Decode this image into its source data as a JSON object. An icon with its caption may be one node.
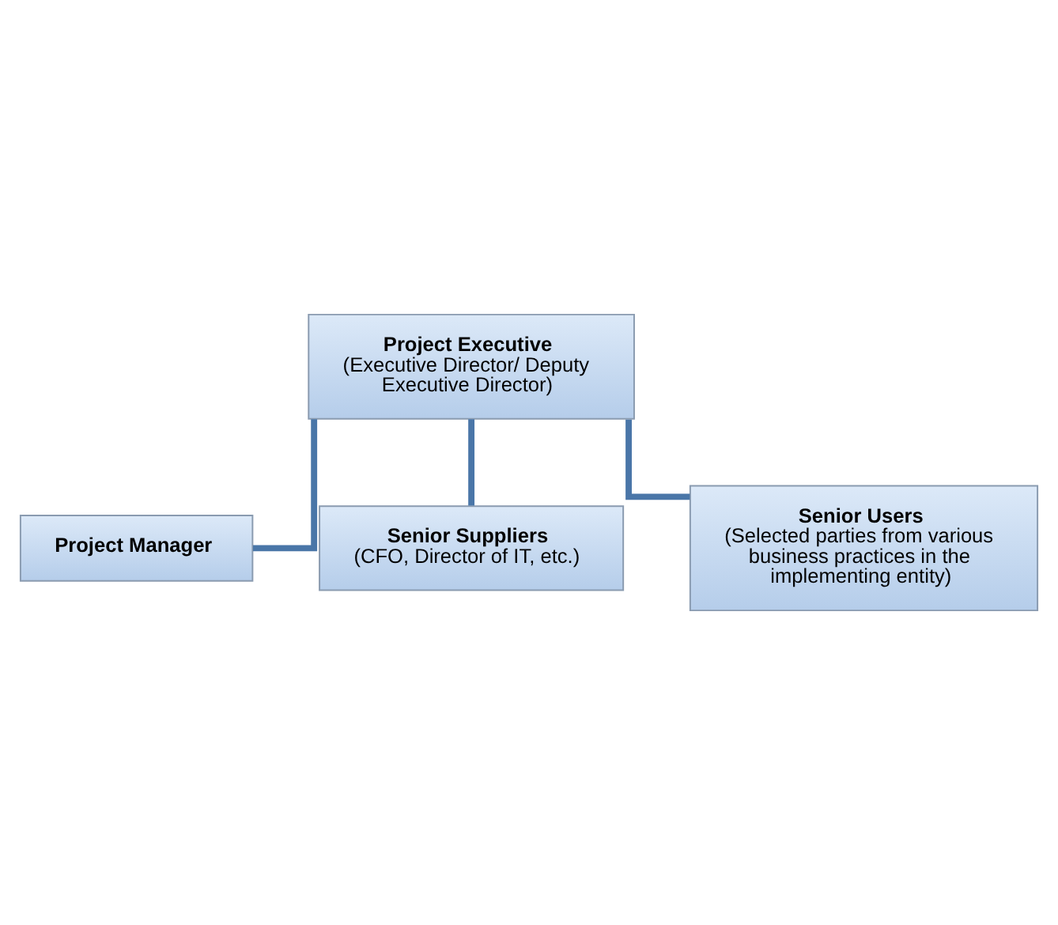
{
  "diagram": {
    "nodes": [
      {
        "text": [
          "Project Executive",
          "(Executive Director/ Deputy Executive Director)"
        ]
      },
      {
        "text": [
          "Project Manager"
        ]
      },
      {
        "text": [
          "Senior Suppliers",
          "(CFO, Director of IT, etc.)"
        ]
      },
      {
        "text": [
          "Senior Users",
          "(Selected parties from various business practices in the implementing entity)"
        ]
      }
    ],
    "edges": [
      {
        "from": 0,
        "to": 1,
        "arrow": "none"
      },
      {
        "from": 0,
        "to": 2,
        "arrow": "none"
      },
      {
        "from": 0,
        "to": 3,
        "arrow": "none"
      }
    ]
  }
}
